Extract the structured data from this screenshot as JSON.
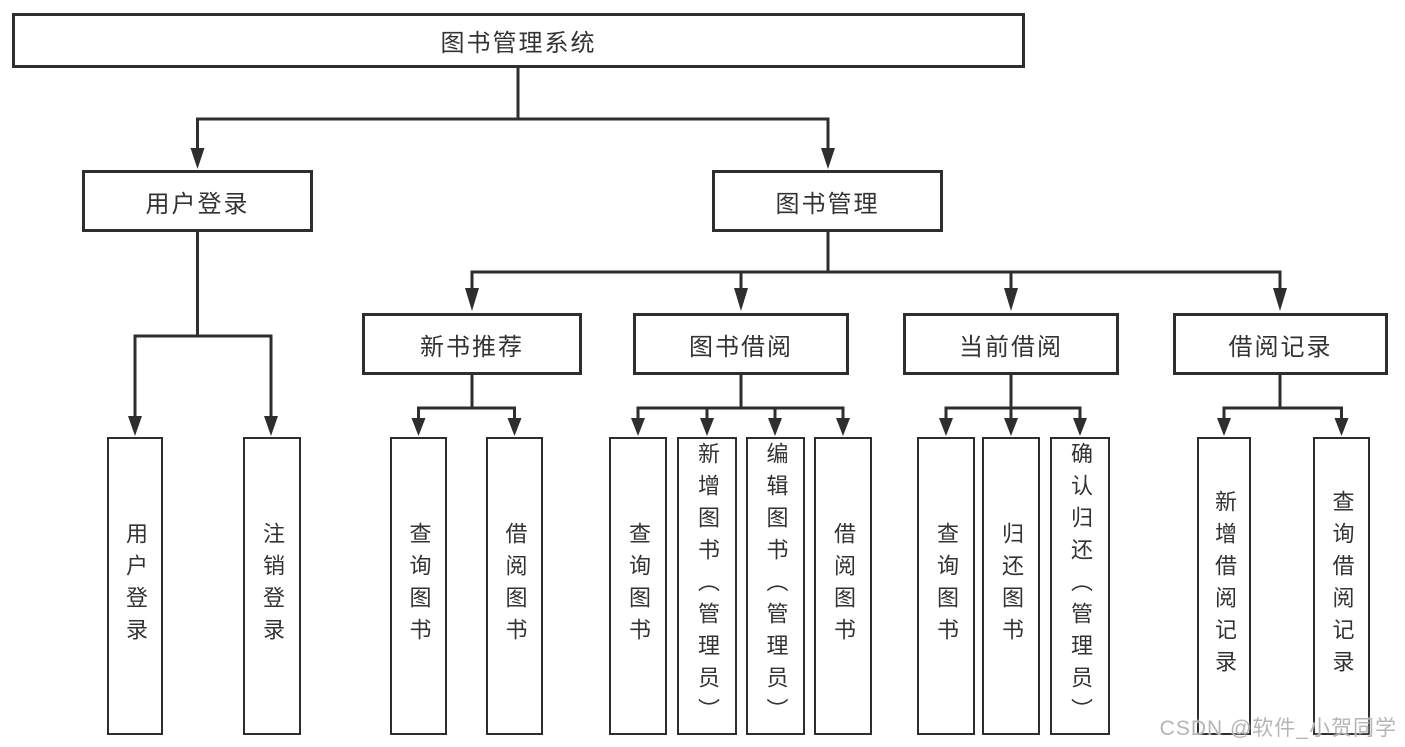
{
  "tree": {
    "label": "图书管理系统",
    "children": [
      {
        "label": "用户登录",
        "children": [
          {
            "label": "用户登录"
          },
          {
            "label": "注销登录"
          }
        ]
      },
      {
        "label": "图书管理",
        "children": [
          {
            "label": "新书推荐",
            "children": [
              {
                "label": "查询图书"
              },
              {
                "label": "借阅图书"
              }
            ]
          },
          {
            "label": "图书借阅",
            "children": [
              {
                "label": "查询图书"
              },
              {
                "label": "新增图书（管理员）"
              },
              {
                "label": "编辑图书（管理员）"
              },
              {
                "label": "借阅图书"
              }
            ]
          },
          {
            "label": "当前借阅",
            "children": [
              {
                "label": "查询图书"
              },
              {
                "label": "归还图书"
              },
              {
                "label": "确认归还（管理员）"
              }
            ]
          },
          {
            "label": "借阅记录",
            "children": [
              {
                "label": "新增借阅记录"
              },
              {
                "label": "查询借阅记录"
              }
            ]
          }
        ]
      }
    ]
  },
  "watermark": {
    "text": "CSDN @软件_小贺同学"
  },
  "colors": {
    "line": "#2e2e2e",
    "box_border": "#2e2e2e",
    "box_fill": "#ffffff",
    "text": "#333333",
    "watermark_text": "#b5b5b5",
    "background": "#ffffff"
  }
}
